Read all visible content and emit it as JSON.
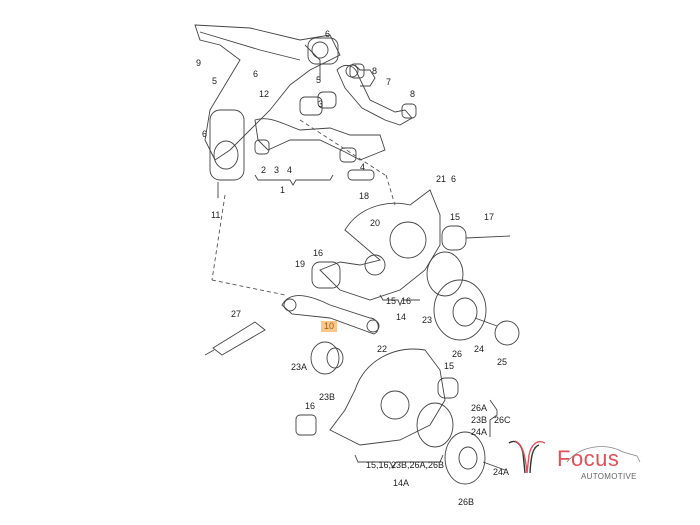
{
  "diagram": {
    "title": "Rear suspension exploded parts diagram",
    "labels": [
      {
        "id": "l6a",
        "text": "6"
      },
      {
        "id": "l9",
        "text": "9"
      },
      {
        "id": "l5a",
        "text": "5"
      },
      {
        "id": "l6b",
        "text": "6"
      },
      {
        "id": "l5b",
        "text": "5"
      },
      {
        "id": "l12",
        "text": "12"
      },
      {
        "id": "l3a",
        "text": "3"
      },
      {
        "id": "l8a",
        "text": "8"
      },
      {
        "id": "l7",
        "text": "7"
      },
      {
        "id": "l8b",
        "text": "8"
      },
      {
        "id": "l6c",
        "text": "6"
      },
      {
        "id": "l2",
        "text": "2"
      },
      {
        "id": "l3b",
        "text": "3"
      },
      {
        "id": "l4a",
        "text": "4"
      },
      {
        "id": "l1",
        "text": "1"
      },
      {
        "id": "l11",
        "text": "11"
      },
      {
        "id": "l4b",
        "text": "4"
      },
      {
        "id": "l18",
        "text": "18"
      },
      {
        "id": "l20",
        "text": "20"
      },
      {
        "id": "l21",
        "text": "21"
      },
      {
        "id": "l6d",
        "text": "6"
      },
      {
        "id": "l15a",
        "text": "15"
      },
      {
        "id": "l17",
        "text": "17"
      },
      {
        "id": "l16a",
        "text": "16"
      },
      {
        "id": "l19",
        "text": "19"
      },
      {
        "id": "l15b",
        "text": "15"
      },
      {
        "id": "l16b",
        "text": "16"
      },
      {
        "id": "l14",
        "text": "14"
      },
      {
        "id": "l23",
        "text": "23"
      },
      {
        "id": "l27",
        "text": "27"
      },
      {
        "id": "l10",
        "text": "10"
      },
      {
        "id": "l22",
        "text": "22"
      },
      {
        "id": "l26",
        "text": "26"
      },
      {
        "id": "l24",
        "text": "24"
      },
      {
        "id": "l25",
        "text": "25"
      },
      {
        "id": "l23A",
        "text": "23A"
      },
      {
        "id": "l15c",
        "text": "15"
      },
      {
        "id": "l23B",
        "text": "23B"
      },
      {
        "id": "l16c",
        "text": "16"
      },
      {
        "id": "l26A",
        "text": "26A"
      },
      {
        "id": "l23Bb",
        "text": "23B"
      },
      {
        "id": "l26C",
        "text": "26C"
      },
      {
        "id": "l24A",
        "text": "24A"
      },
      {
        "id": "lgroup",
        "text": "15,16,23B,26A,26B"
      },
      {
        "id": "l14A",
        "text": "14A"
      },
      {
        "id": "l24Ab",
        "text": "24A"
      },
      {
        "id": "l26B",
        "text": "26B"
      }
    ],
    "highlighted_label": "10",
    "highlight_color": "#f7c88a"
  },
  "logo": {
    "brand": "Focus",
    "subtitle": "AUTOMOTIVE",
    "brand_color": "#e0505a"
  }
}
